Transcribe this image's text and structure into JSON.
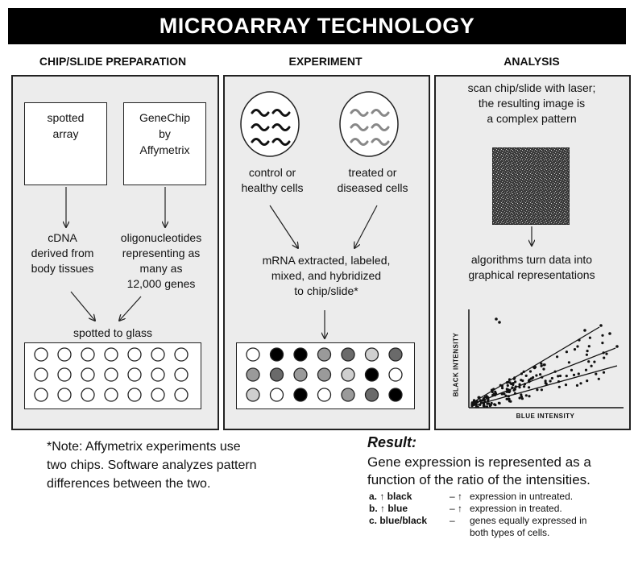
{
  "title": "MICROARRAY TECHNOLOGY",
  "sections": {
    "prep": "CHIP/SLIDE PREPARATION",
    "experiment": "EXPERIMENT",
    "analysis": "ANALYSIS"
  },
  "prep": {
    "spotted_array": "spotted\narray",
    "genechip": "GeneChip\nby\nAffymetrix",
    "cdna": "cDNA\nderived from\nbody tissues",
    "oligo": "oligonucleotides\nrepresenting as\nmany as\n12,000 genes",
    "spotted_to_glass": "spotted to glass"
  },
  "experiment": {
    "control": "control or\nhealthy cells",
    "treated": "treated or\ndiseased cells",
    "mrna": "mRNA extracted, labeled,\nmixed, and hybridized\nto chip/slide*"
  },
  "analysis": {
    "scan": "scan chip/slide with laser;\nthe resulting image is\na complex pattern",
    "algorithms": "algorithms turn data into\ngraphical representations",
    "ylabel": "BLACK INTENSITY",
    "xlabel": "BLUE INTENSITY"
  },
  "note": "*Note: Affymetrix experiments use\ntwo chips. Software analyzes pattern\ndifferences between the two.",
  "result": {
    "title": "Result:",
    "text": "Gene expression is represented as a\nfunction of the ratio of the intensities.",
    "items": [
      {
        "key": "a. ↑ black",
        "dash": "– ↑",
        "desc": "expression in untreated."
      },
      {
        "key": "b. ↑ blue",
        "dash": "– ↑",
        "desc": "expression in treated."
      },
      {
        "key": "c. blue/black",
        "dash": "–",
        "desc": "genes equally expressed in\nboth types of cells."
      }
    ]
  },
  "colors": {
    "white": "#ffffff",
    "black": "#000000",
    "gray": "#9a9a9a",
    "dark_gray": "#6a6a6a",
    "light_gray": "#cfcfcf"
  },
  "experiment_spots": [
    [
      "white",
      "black",
      "black",
      "gray",
      "dark_gray",
      "light_gray",
      "dark_gray"
    ],
    [
      "gray",
      "dark_gray",
      "gray",
      "gray",
      "light_gray",
      "black",
      "white"
    ],
    [
      "light_gray",
      "white",
      "black",
      "white",
      "gray",
      "dark_gray",
      "black"
    ]
  ]
}
